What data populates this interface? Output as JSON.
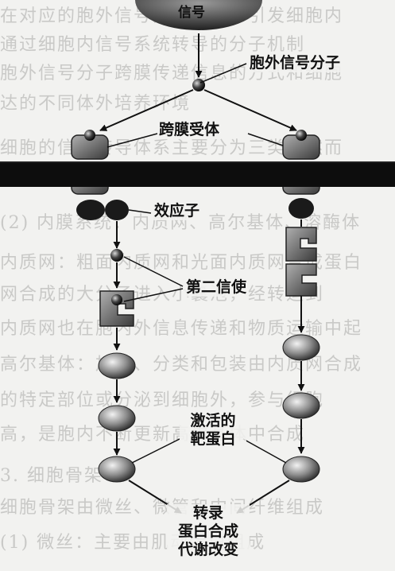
{
  "labels": {
    "signal_source": "信号",
    "extracellular_signal": "胞外信号分子",
    "receptor": "跨膜受体",
    "effector": "效应子",
    "second_messenger": "第二信使",
    "target_protein": [
      "激活的",
      "靶蛋白"
    ],
    "outcomes": [
      "转录",
      "蛋白合成",
      "代谢改变"
    ]
  },
  "colors": {
    "membrane": "#0d0d0d",
    "protein": "#555555",
    "arrow": "#111111"
  },
  "background_text": [
    "在对应的胞外信号分子作用下引发细胞内",
    "通过细胞内信号系统转导的分子机制",
    "胞外信号分子跨膜传递信息的方式和细胞",
    "达的不同体外培养环境",
    "细胞的信号转导体系主要分为三类，然而",
    "(2) 内膜系统：内质网、高尔基体、溶酶体",
    "内质网：粗面内质网和光面内质网合成蛋白",
    "网合成的大分子进入小囊泡，经转运到",
    "内质网也在胞内外信息传递和物质运输中起",
    "高尔基体：加工、分类和包装由内质网合成",
    "的特定部位或分泌到细胞外，参与细胞",
    "高，是胞内不断更新高尔基体中合成",
    "3. 细胞骨架",
    "细胞骨架由微丝、微管和中间纤维组成",
    "(1) 微丝：主要由肌动蛋白组成"
  ]
}
